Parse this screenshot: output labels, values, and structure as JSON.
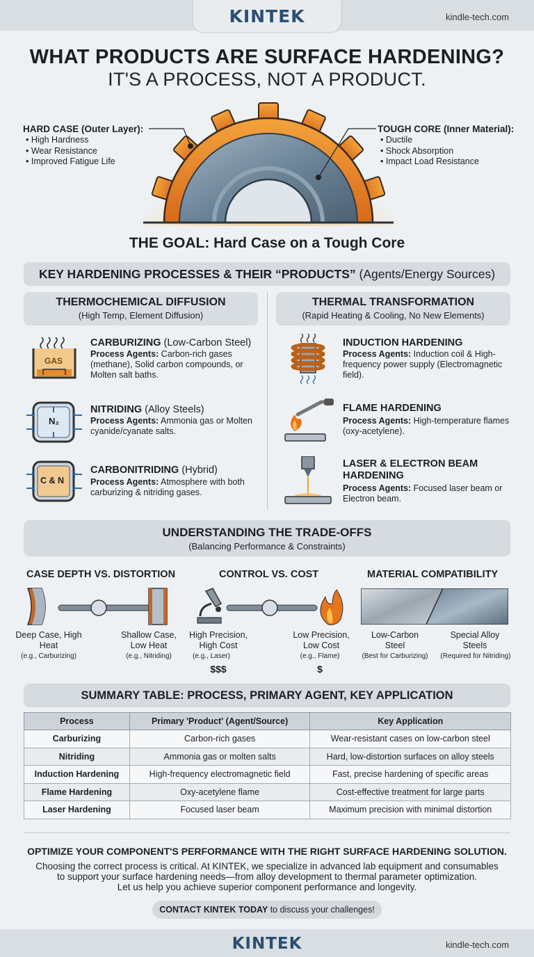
{
  "brand": {
    "logo_k": "K",
    "logo_rest": "INTEK",
    "url": "kindle-tech.com"
  },
  "title": {
    "line1": "WHAT PRODUCTS ARE SURFACE HARDENING?",
    "line2": "IT'S A PROCESS, NOT A PRODUCT."
  },
  "hard_case": {
    "title": "HARD CASE (Outer Layer):",
    "items": [
      "High Hardness",
      "Wear Resistance",
      "Improved Fatigue Life"
    ]
  },
  "tough_core": {
    "title": "TOUGH CORE (Inner Material):",
    "items": [
      "Ductile",
      "Shock Absorption",
      "Impact Load Resistance"
    ]
  },
  "goal": "THE GOAL: Hard Case on a Tough Core",
  "key_processes": {
    "title_bold": "KEY HARDENING PROCESSES & THEIR “PRODUCTS”",
    "title_light": "(Agents/Energy Sources)"
  },
  "thermochemical": {
    "title": "THERMOCHEMICAL DIFFUSION",
    "subtitle": "(High Temp, Element Diffusion)",
    "items": [
      {
        "name": "CARBURIZING",
        "qual": "(Low-Carbon Steel)",
        "label": "Process Agents:",
        "desc": "Carbon-rich gases (methane), Solid carbon compounds, or Molten salt baths.",
        "icon_text": "GAS"
      },
      {
        "name": "NITRIDING",
        "qual": "(Alloy Steels)",
        "label": "Process Agents:",
        "desc": "Ammonia gas or Molten cyanide/cyanate salts.",
        "icon_text": "N₂"
      },
      {
        "name": "CARBONITRIDING",
        "qual": "(Hybrid)",
        "label": "Process Agents:",
        "desc": "Atmosphere with both carburizing & nitriding gases.",
        "icon_text": "C & N"
      }
    ]
  },
  "thermal": {
    "title": "THERMAL TRANSFORMATION",
    "subtitle": "(Rapid Heating & Cooling, No New Elements)",
    "items": [
      {
        "name": "INDUCTION HARDENING",
        "label": "Process Agents:",
        "desc": "Induction coil & High-frequency power supply (Electromagnetic field)."
      },
      {
        "name": "FLAME HARDENING",
        "label": "Process Agents:",
        "desc": "High-temperature flames (oxy-acetylene)."
      },
      {
        "name": "LASER & ELECTRON BEAM",
        "name2": "HARDENING",
        "label": "Process Agents:",
        "desc": "Focused laser beam or Electron beam."
      }
    ]
  },
  "tradeoffs": {
    "title": "UNDERSTANDING THE TRADE-OFFS",
    "subtitle": "(Balancing Performance & Constraints)",
    "case_depth": {
      "title": "CASE DEPTH VS. DISTORTION",
      "left": "Deep Case, High Heat",
      "left_ex": "(e.g., Carburizing)",
      "right": "Shallow Case, Low Heat",
      "right_ex": "(e.g., Nitriding)"
    },
    "control": {
      "title": "CONTROL VS. COST",
      "left": "High Precision, High Cost",
      "left_ex": "(e.g., Laser)",
      "left_cost": "$$$",
      "right": "Low Precision, Low Cost",
      "right_ex": "(e.g., Flame)",
      "right_cost": "$"
    },
    "material": {
      "title": "MATERIAL COMPATIBILITY",
      "left": "Low-Carbon Steel",
      "left_ex": "(Best for Carburizing)",
      "right": "Special Alloy Steels",
      "right_ex": "(Required for Nitriding)"
    }
  },
  "summary": {
    "title": "SUMMARY TABLE: PROCESS, PRIMARY AGENT, KEY APPLICATION",
    "headers": [
      "Process",
      "Primary 'Product' (Agent/Source)",
      "Key Application"
    ],
    "rows": [
      [
        "Carburizing",
        "Carbon-rich gases",
        "Wear-resistant cases on low-carbon steel"
      ],
      [
        "Nitriding",
        "Ammonia gas or molten salts",
        "Hard, low-distortion surfaces on alloy steels"
      ],
      [
        "Induction Hardening",
        "High-frequency electromagnetic field",
        "Fast, precise hardening of specific areas"
      ],
      [
        "Flame Hardening",
        "Oxy-acetylene flame",
        "Cost-effective treatment for large parts"
      ],
      [
        "Laser Hardening",
        "Focused laser beam",
        "Maximum precision with minimal distortion"
      ]
    ]
  },
  "cta": {
    "headline": "OPTIMIZE YOUR COMPONENT'S PERFORMANCE WITH THE RIGHT SURFACE HARDENING SOLUTION.",
    "line1": "Choosing the correct process is critical. At KINTEK, we specialize in advanced lab equipment and consumables",
    "line2": "to support your surface hardening needs—from alloy development to thermal parameter optimization.",
    "line3": "Let us help you achieve superior component performance and longevity.",
    "button_bold": "CONTACT KINTEK TODAY",
    "button_rest": " to discuss your challenges!"
  },
  "colors": {
    "brand": "#2c4f73",
    "accent_orange": "#e8892c",
    "steel": "#6f8799",
    "band": "#d6dbe0"
  }
}
